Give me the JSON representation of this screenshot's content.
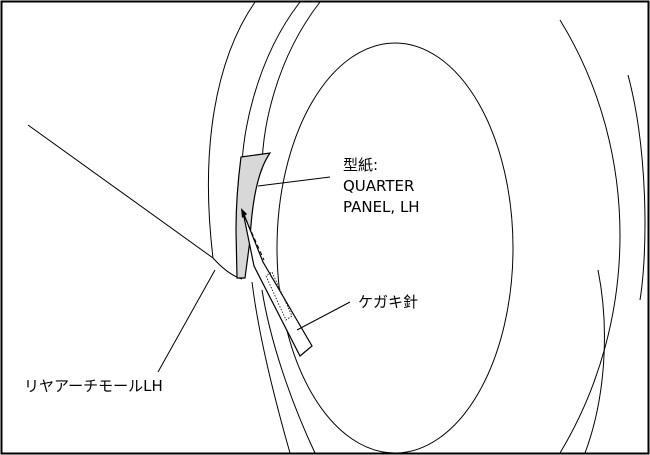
{
  "callouts": {
    "template": {
      "title": "型紙:",
      "line1": "QUARTER",
      "line2": "PANEL, LH"
    },
    "scriber": "ケガキ針",
    "molding": "リヤアーチモールLH"
  },
  "colors": {
    "stroke": "#000000",
    "template_fill": "#d8d8d8",
    "background": "#ffffff"
  }
}
